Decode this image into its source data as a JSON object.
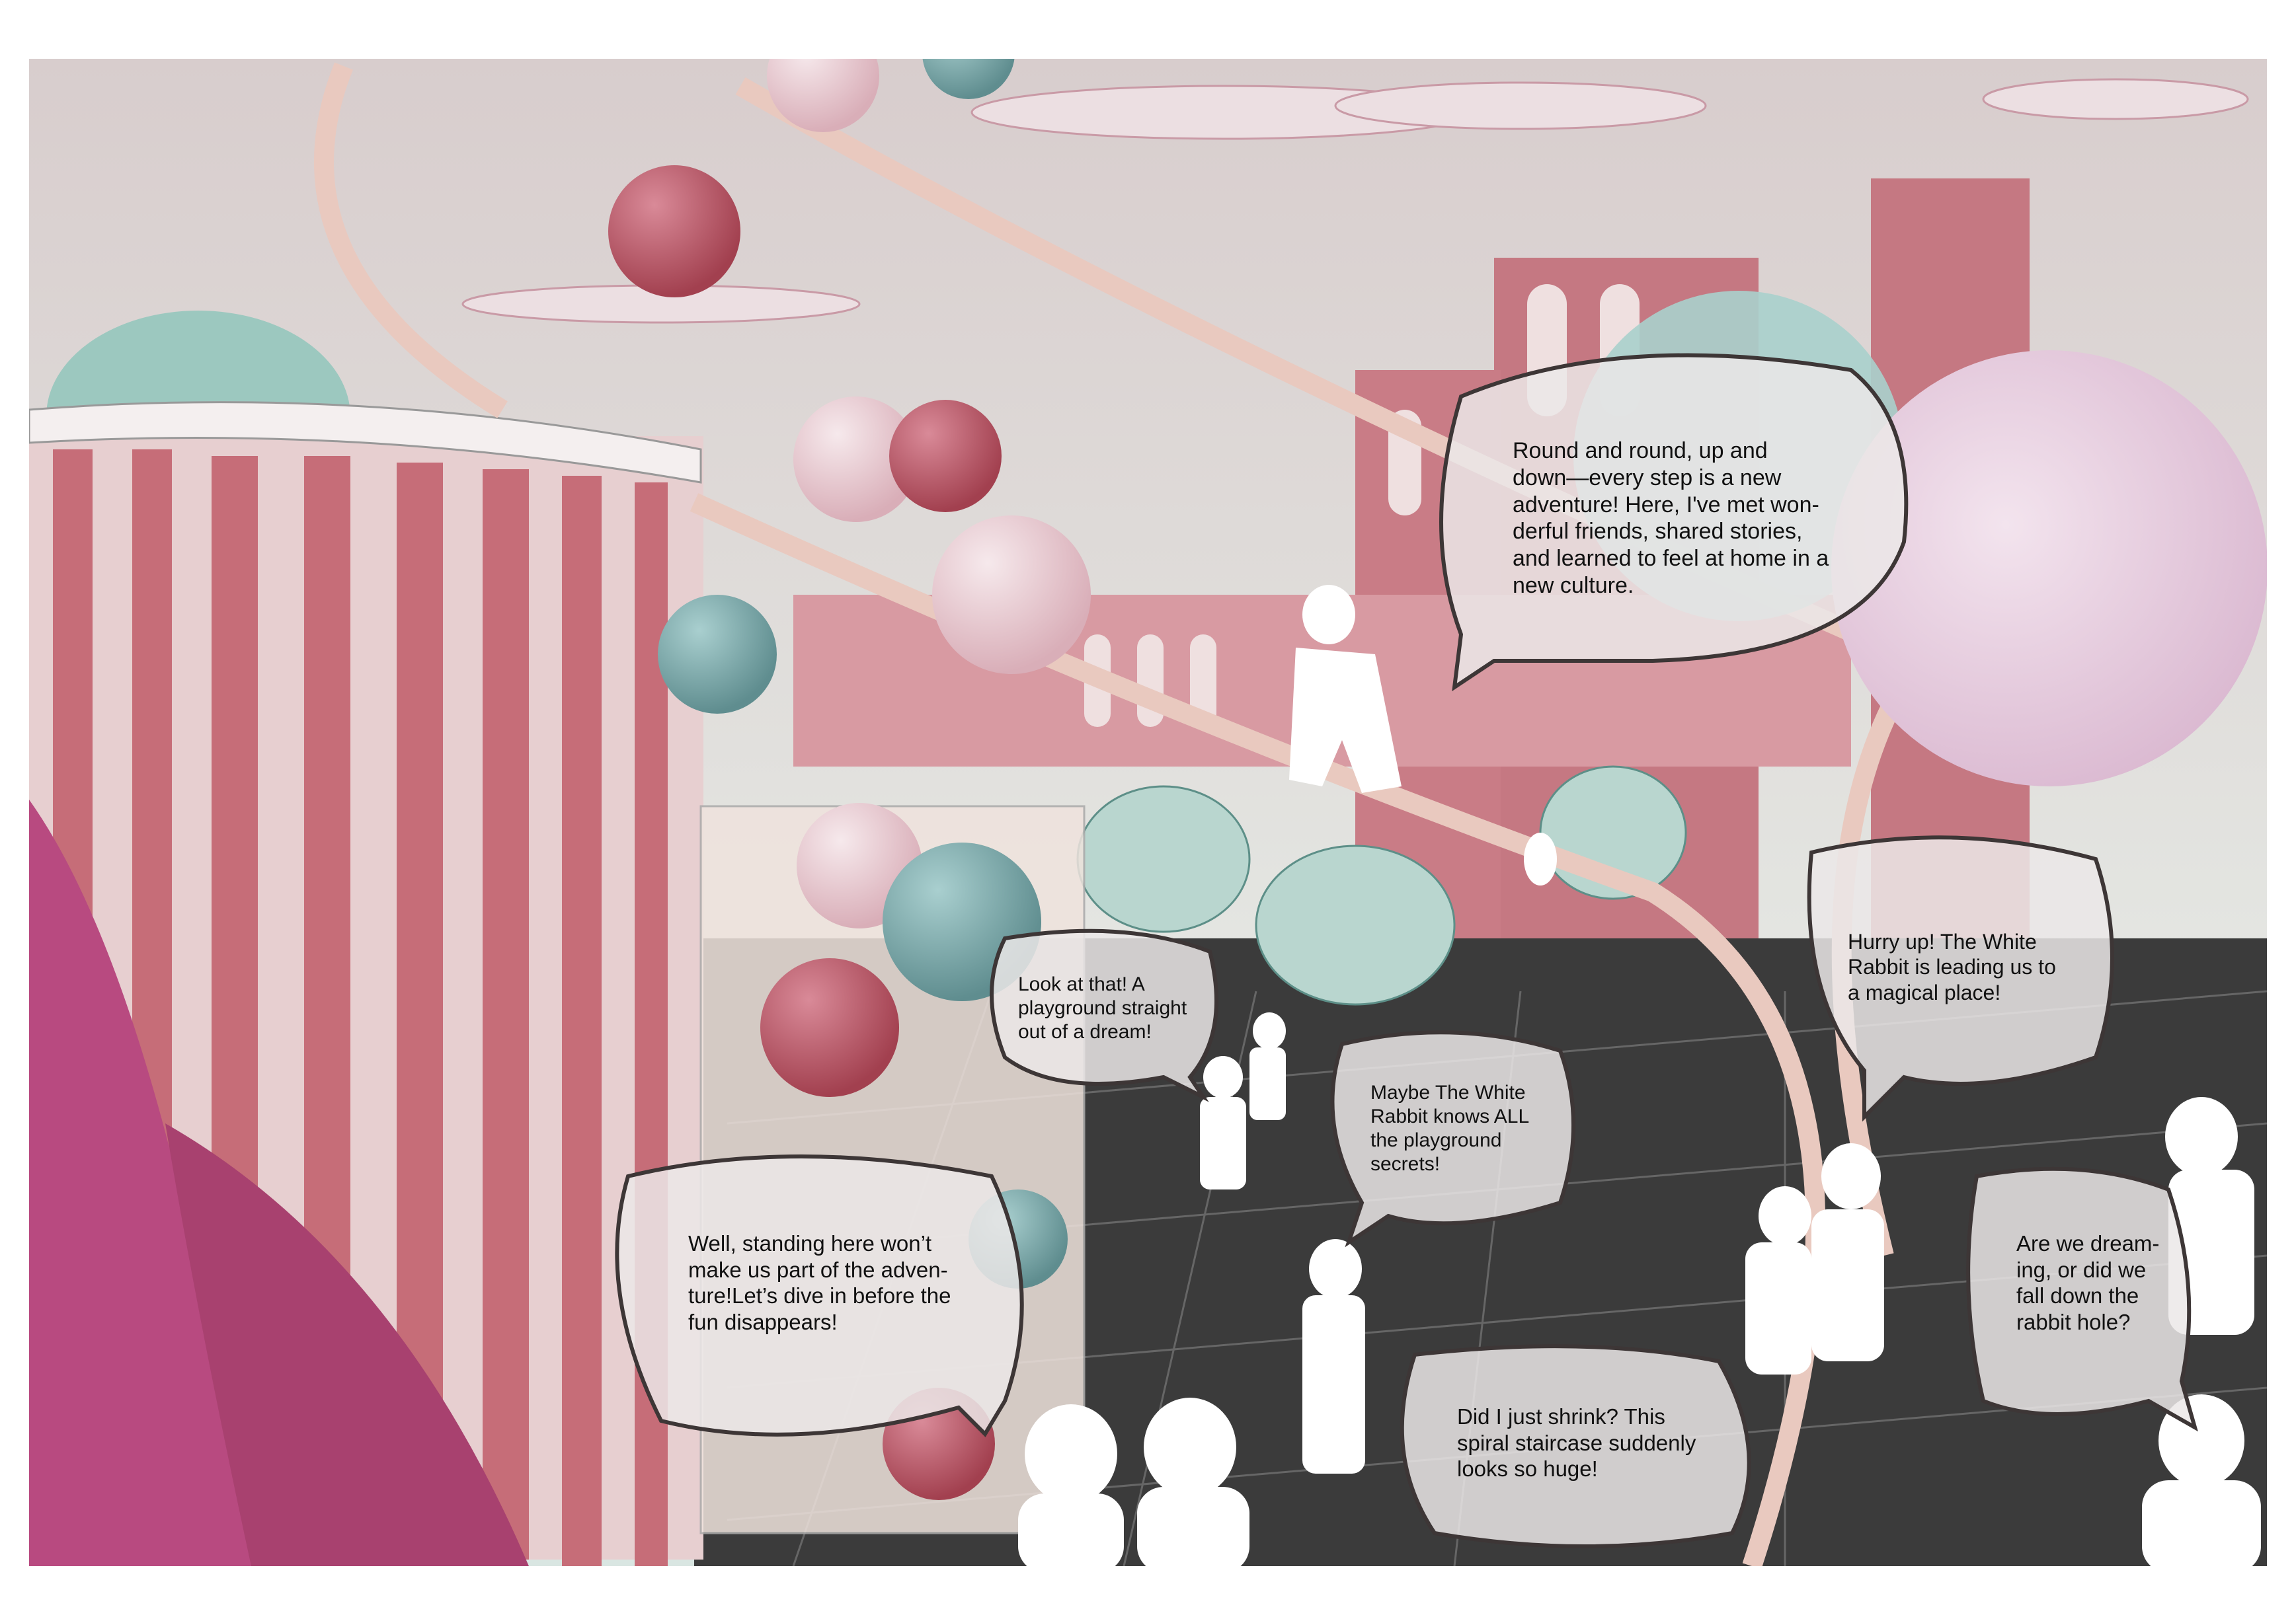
{
  "colors": {
    "sky_top": "#d9cfcf",
    "sky_bottom": "#dfe8e4",
    "pink_structure": "#c8727a",
    "dark_red": "#a9434f",
    "teal_sphere": "#6f9c9c",
    "floor": "#3a3a3a",
    "bubble_fill": "#e8e6e6"
  },
  "speech_bubbles": [
    {
      "id": "round-and-round",
      "text": "Round and round, up and\ndown—every step is a new\nadventure! Here, I've met won-\nderful friends, shared stories,\nand learned to feel at home in a\nnew culture."
    },
    {
      "id": "look-at-that",
      "text": "Look at that! A\nplayground straight\nout of a dream!"
    },
    {
      "id": "maybe-white-rabbit",
      "text": "Maybe The White\nRabbit knows ALL\nthe playground\nsecrets!"
    },
    {
      "id": "hurry-up",
      "text": "Hurry up! The White\nRabbit is leading us to\na magical place!"
    },
    {
      "id": "well-standing",
      "text": "Well, standing here won’t\nmake us part of the adven-\nture!Let’s dive in before the\nfun disappears!"
    },
    {
      "id": "did-i-shrink",
      "text": "Did I just shrink? This\nspiral staircase suddenly\nlooks so huge!"
    },
    {
      "id": "are-we-dreaming",
      "text": "Are we dream-\ning, or did we\nfall down the\nrabbit hole?"
    }
  ]
}
